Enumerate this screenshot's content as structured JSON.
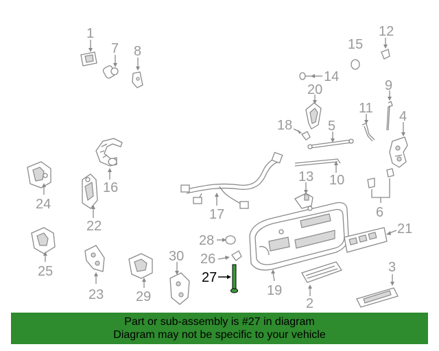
{
  "callouts": [
    "1",
    "2",
    "3",
    "4",
    "5",
    "6",
    "7",
    "8",
    "9",
    "10",
    "11",
    "12",
    "13",
    "14",
    "15",
    "16",
    "17",
    "18",
    "19",
    "20",
    "21",
    "22",
    "23",
    "24",
    "25",
    "26",
    "27",
    "28",
    "29",
    "30"
  ],
  "highlighted_callout": "27",
  "colors": {
    "banner": "#2e8b2e",
    "highlight": "#000000",
    "labels": "#9a9a9a",
    "parts": "#8a8a8a"
  },
  "banner": {
    "line1": "Part or sub-assembly is #27 in diagram",
    "line2": "Diagram may not be specific to your vehicle"
  }
}
